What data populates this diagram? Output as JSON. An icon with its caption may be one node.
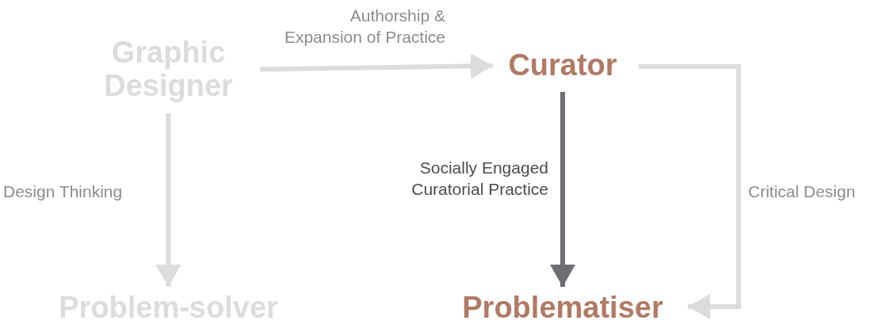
{
  "diagram": {
    "nodes": [
      {
        "text": [
          "Graphic Designer"
        ]
      },
      {
        "text": [
          "Curator"
        ]
      },
      {
        "text": [
          "Problem-solver"
        ]
      },
      {
        "text": [
          "Problematiser"
        ]
      }
    ],
    "edges": [
      {
        "from": 0,
        "to": 1,
        "arrow": "to",
        "label": "Authorship & Expansion of Practice"
      },
      {
        "from": 0,
        "to": 2,
        "arrow": "to",
        "label": "Design Thinking"
      },
      {
        "from": 1,
        "to": 3,
        "arrow": "to",
        "label": "Socially Engaged Curatorial Practice",
        "color": "#6d6d72"
      },
      {
        "from": 1,
        "to": 3,
        "arrow": "to",
        "label": "Critical Design"
      }
    ]
  }
}
